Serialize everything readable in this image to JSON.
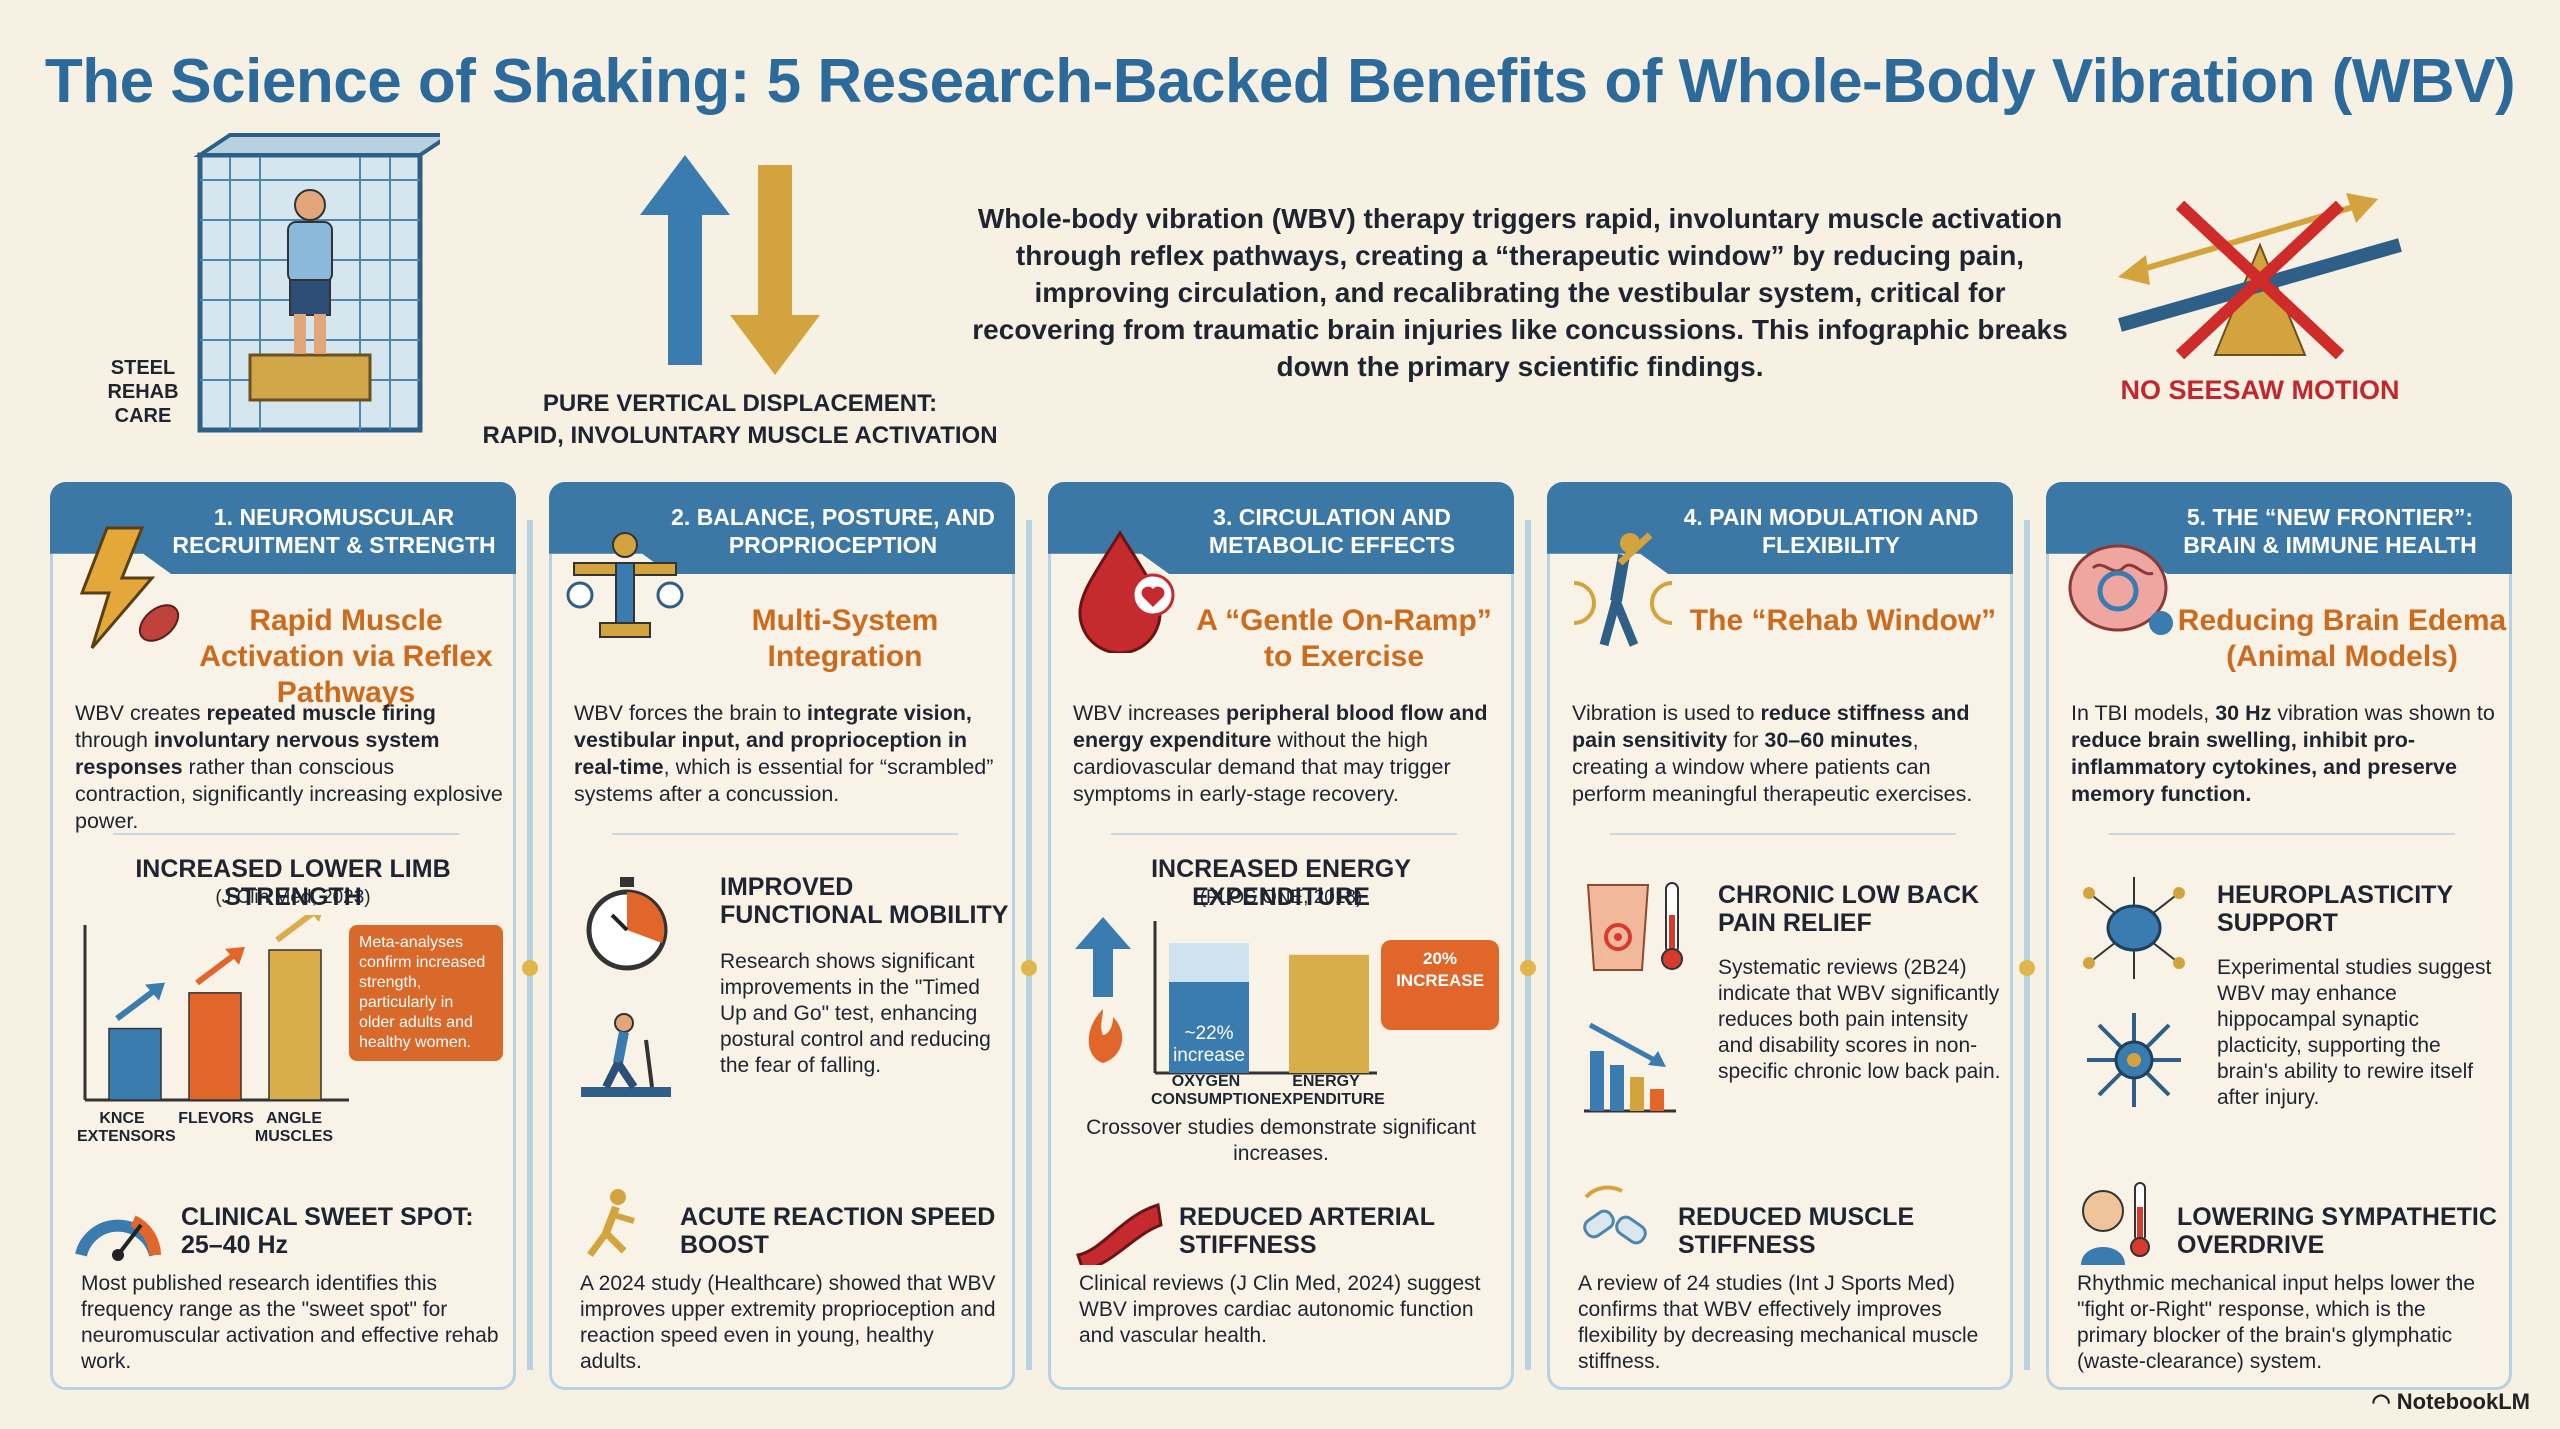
{
  "title": "The Science of Shaking: 5 Research-Backed Benefits of Whole-Body Vibration (WBV)",
  "header": {
    "cage_label": "STEEL REHAB CARE",
    "vertical_label_line1": "PURE VERTICAL DISPLACEMENT:",
    "vertical_label_line2": "RAPID, INVOLUNTARY MUSCLE ACTIVATION",
    "intro": "Whole-body vibration (WBV) therapy triggers rapid, involuntary muscle activation through reflex pathways, creating a “therapeutic window” by reducing pain, improving circulation, and recalibrating the vestibular system, critical for recovering from traumatic brain injuries like concussions. This infographic breaks down the primary scientific findings.",
    "seesaw_label": "NO SEESAW MOTION"
  },
  "panels": [
    {
      "head": "1. NEUROMUSCULAR RECRUITMENT & STRENGTH",
      "sub": "Rapid Muscle Activation via Reflex Pathways",
      "desc": {
        "a": "WBV creates ",
        "b": "repeated muscle firing",
        "c": " through ",
        "d": "involuntary nervous system responses",
        "e": " rather than conscious contraction, significantly increasing explosive power."
      },
      "chart_title": "INCREASED LOWER LIMB STRENGTH",
      "chart_cite": "(J Clin Med, 2023)",
      "callout": "Meta-analyses confirm increased strength, particularly in older adults and healthy women.",
      "s2_title": "CLINICAL SWEET SPOT: 25–40 Hz",
      "s2_text": "Most published research identifies this frequency range as the \"sweet spot\" for neuromuscular activation and effective rehab work."
    },
    {
      "head": "2. BALANCE, POSTURE, AND PROPRIOCEPTION",
      "sub": "Multi-System Integration",
      "desc": {
        "a": "WBV forces the brain to ",
        "b": "integrate vision, vestibular input, and proprioception in real-time",
        "c": ", which is essential for “scrambled” systems after a concussion."
      },
      "s1_title": "IMPROVED FUNCTIONAL MOBILITY",
      "s1_text": "Research shows significant improvements in the \"Timed Up and Go\" test, enhancing postural control and reducing the fear of falling.",
      "s2_title": "ACUTE REACTION SPEED BOOST",
      "s2_text": "A 2024 study (Healthcare) showed that WBV improves upper extremity proprioception and reaction speed even in young, healthy adults."
    },
    {
      "head": "3. CIRCULATION AND METABOLIC EFFECTS",
      "sub": "A “Gentle On-Ramp” to Exercise",
      "desc": {
        "a": "WBV increases ",
        "b": "peripheral blood flow and energy expenditure",
        "c": " without the high cardiovascular demand that may trigger symptoms in early-stage recovery."
      },
      "chart_title": "INCREASED ENERGY EXPENDITURE",
      "chart_cite": "(PLOS ONE, 2018)",
      "chart_caption": "Crossover studies demonstrate significant increases.",
      "s2_title": "REDUCED ARTERIAL STIFFNESS",
      "s2_text": "Clinical reviews (J Clin Med, 2024) suggest WBV improves cardiac autonomic function and vascular health."
    },
    {
      "head": "4. PAIN MODULATION AND FLEXIBILITY",
      "sub": "The “Rehab Window”",
      "desc": {
        "a": "Vibration is used to ",
        "b": "reduce stiffness and pain sensitivity",
        "c": " for ",
        "d": "30–60 minutes",
        "e": ", creating a window where patients can perform meaningful therapeutic exercises."
      },
      "s1_title": "CHRONIC LOW BACK PAIN RELIEF",
      "s1_text": "Systematic reviews (2B24) indicate that WBV significantly reduces both pain intensity and disability scores in non-specific chronic low back pain.",
      "s2_title": "REDUCED MUSCLE STIFFNESS",
      "s2_text": "A review of 24 studies (Int J Sports Med) confirms that WBV effectively improves flexibility by decreasing mechanical muscle stiffness."
    },
    {
      "head": "5. THE “NEW FRONTIER”: BRAIN & IMMUNE HEALTH",
      "sub": "Reducing Brain Edema (Animal Models)",
      "desc": {
        "a": "In TBI models, ",
        "b": "30 Hz",
        "c": " vibration was shown to ",
        "d": "reduce brain swelling, inhibit pro-inflammatory cytokines, and preserve memory function."
      },
      "s1_title": "HEUROPLASTICITY SUPPORT",
      "s1_text": "Experimental studies suggest WBV may enhance hippocampal synaptic placticity, supporting the brain's ability to rewire itself after injury.",
      "s2_title": "LOWERING SYMPATHETIC OVERDRIVE",
      "s2_text": "Rhythmic mechanical input helps lower the \"fight or-Right\" response, which is the primary blocker of the brain's glymphatic (waste-clearance) system."
    }
  ],
  "chart_data": [
    {
      "type": "bar",
      "title": "INCREASED LOWER LIMB STRENGTH",
      "categories": [
        "KNCE EXTENSORS",
        "FLEVORS",
        "ANGLE MUSCLES"
      ],
      "values": [
        1,
        1.5,
        2.1
      ],
      "colors": [
        "#3a7bb0",
        "#e0662a",
        "#d9ad4a"
      ]
    },
    {
      "type": "bar",
      "title": "INCREASED ENERGY EXPENDITURE",
      "categories": [
        "OXYGEN CONSUMPTION",
        "ENERGY EXPENDITURE"
      ],
      "values": [
        22,
        20
      ],
      "labels": [
        "~22% increase",
        "20% INCREASE"
      ]
    }
  ],
  "footer": {
    "brand": "NotebookLM"
  }
}
